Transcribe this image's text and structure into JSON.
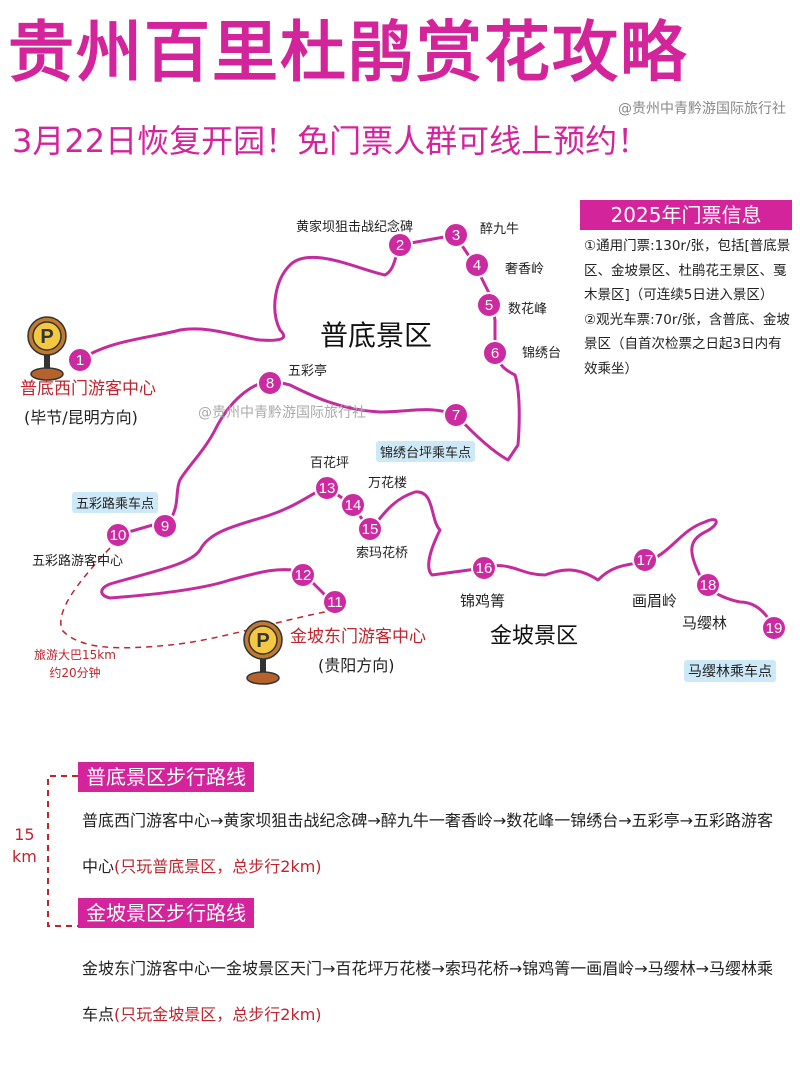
{
  "header": {
    "title": "贵州百里杜鹃赏花攻略",
    "credit": "@贵州中青黔游国际旅行社",
    "subtitle": "3月22日恢复开园！免门票人群可线上预约！"
  },
  "colors": {
    "accent": "#d4249c",
    "red_text": "#c0242e",
    "stop_tag_bg": "#cde9f7",
    "marker": "#cc2aa0"
  },
  "map": {
    "areas": {
      "pudi": "普底景区",
      "jinpo": "金坡景区"
    },
    "watermark": "@贵州中青黔游国际旅行社",
    "visitor_centers": {
      "west": {
        "name": "普底西门游客中心",
        "direction": "(毕节/昆明方向)",
        "icon": "parking-icon"
      },
      "east": {
        "name": "金坡东门游客中心",
        "direction": "(贵阳方向)",
        "icon": "parking-icon"
      }
    },
    "points": [
      {
        "n": "1",
        "label": ""
      },
      {
        "n": "2",
        "label": "黄家坝狙击战纪念碑"
      },
      {
        "n": "3",
        "label": "醉九牛"
      },
      {
        "n": "4",
        "label": "奢香岭"
      },
      {
        "n": "5",
        "label": "数花峰"
      },
      {
        "n": "6",
        "label": "锦绣台"
      },
      {
        "n": "7",
        "label": ""
      },
      {
        "n": "8",
        "label": "五彩亭"
      },
      {
        "n": "9",
        "label": ""
      },
      {
        "n": "10",
        "label": "五彩路游客中心"
      },
      {
        "n": "11",
        "label": ""
      },
      {
        "n": "12",
        "label": ""
      },
      {
        "n": "13",
        "label": "百花坪"
      },
      {
        "n": "14",
        "label": "万花楼"
      },
      {
        "n": "15",
        "label": "索玛花桥"
      },
      {
        "n": "16",
        "label": "锦鸡箐"
      },
      {
        "n": "17",
        "label": "画眉岭"
      },
      {
        "n": "18",
        "label": "马缨林"
      },
      {
        "n": "19",
        "label": ""
      }
    ],
    "bus_stops": {
      "jinxiutai": "锦绣台坪乘车点",
      "wucailu": "五彩路乘车点",
      "mayinglin": "马缨林乘车点"
    },
    "bus_note": {
      "line1": "旅游大巴15km",
      "line2": "约20分钟"
    }
  },
  "tickets": {
    "title": "2025年门票信息",
    "item1": "①通用门票:130r/张，包括[普底景区、金坡景区、杜鹃花王景区、戛木景区]（可连续5日进入景区）",
    "item2": "②观光车票:70r/张，含普底、金坡景区（自首次检票之日起3日内有效乘坐）"
  },
  "routes": {
    "distance_line1": "15",
    "distance_line2": "km",
    "pudi": {
      "title": "普底景区步行路线",
      "path": "普底西门游客中心→黄家坝狙击战纪念碑→醉九牛一奢香岭→数花峰一锦绣台→五彩亭→五彩路游客中心",
      "note": "(只玩普底景区，总步行2km)"
    },
    "jinpo": {
      "title": "金坡景区步行路线",
      "path": "金坡东门游客中心一金坡景区天门→百花坪万花楼→索玛花桥→锦鸡箐一画眉岭→马缨林→马缨林乘车点",
      "note": "(只玩金坡景区，总步行2km)"
    }
  }
}
